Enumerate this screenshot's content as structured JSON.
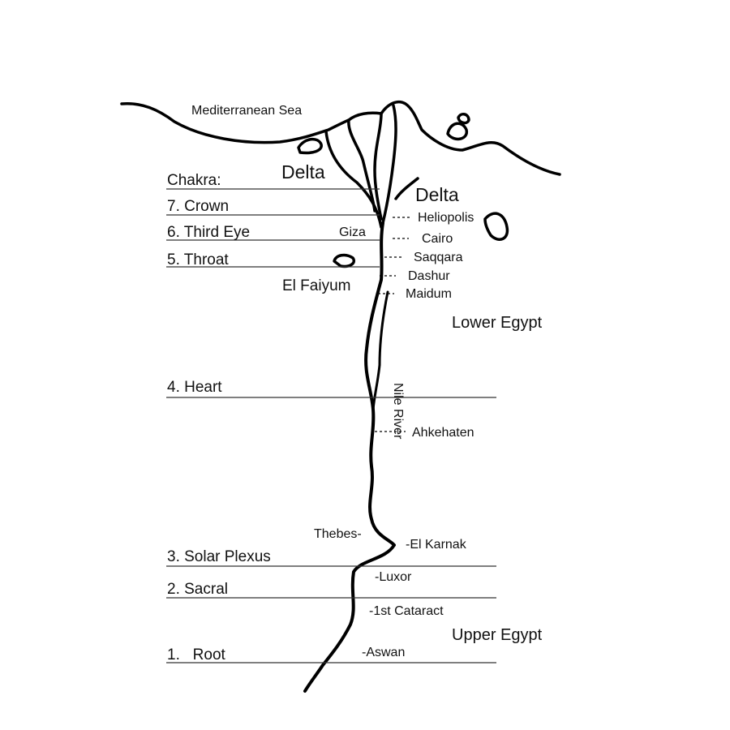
{
  "sea": "Mediterranean Sea",
  "delta_labels": [
    "Delta",
    "Delta"
  ],
  "chakra_header": "Chakra:",
  "chakras": [
    "7. Crown",
    "6. Third Eye",
    "5. Throat",
    "4. Heart",
    "3. Solar Plexus",
    "2. Sacral",
    "1.   Root"
  ],
  "places": {
    "giza": "Giza",
    "el_faiyum": "El Faiyum",
    "heliopolis": "Heliopolis",
    "cairo": "Cairo",
    "saqqara": "Saqqara",
    "dashur": "Dashur",
    "maidum": "Maidum",
    "ahkehaten": "Ahkehaten",
    "thebes": "Thebes-",
    "el_karnak": "-El Karnak",
    "luxor": "-Luxor",
    "cataract": "-1st Cataract",
    "aswan": "-Aswan"
  },
  "river_name": "Nile River",
  "regions": {
    "lower": "Lower Egypt",
    "upper": "Upper Egypt"
  },
  "colors": {
    "ink": "#000000",
    "background": "#ffffff"
  }
}
